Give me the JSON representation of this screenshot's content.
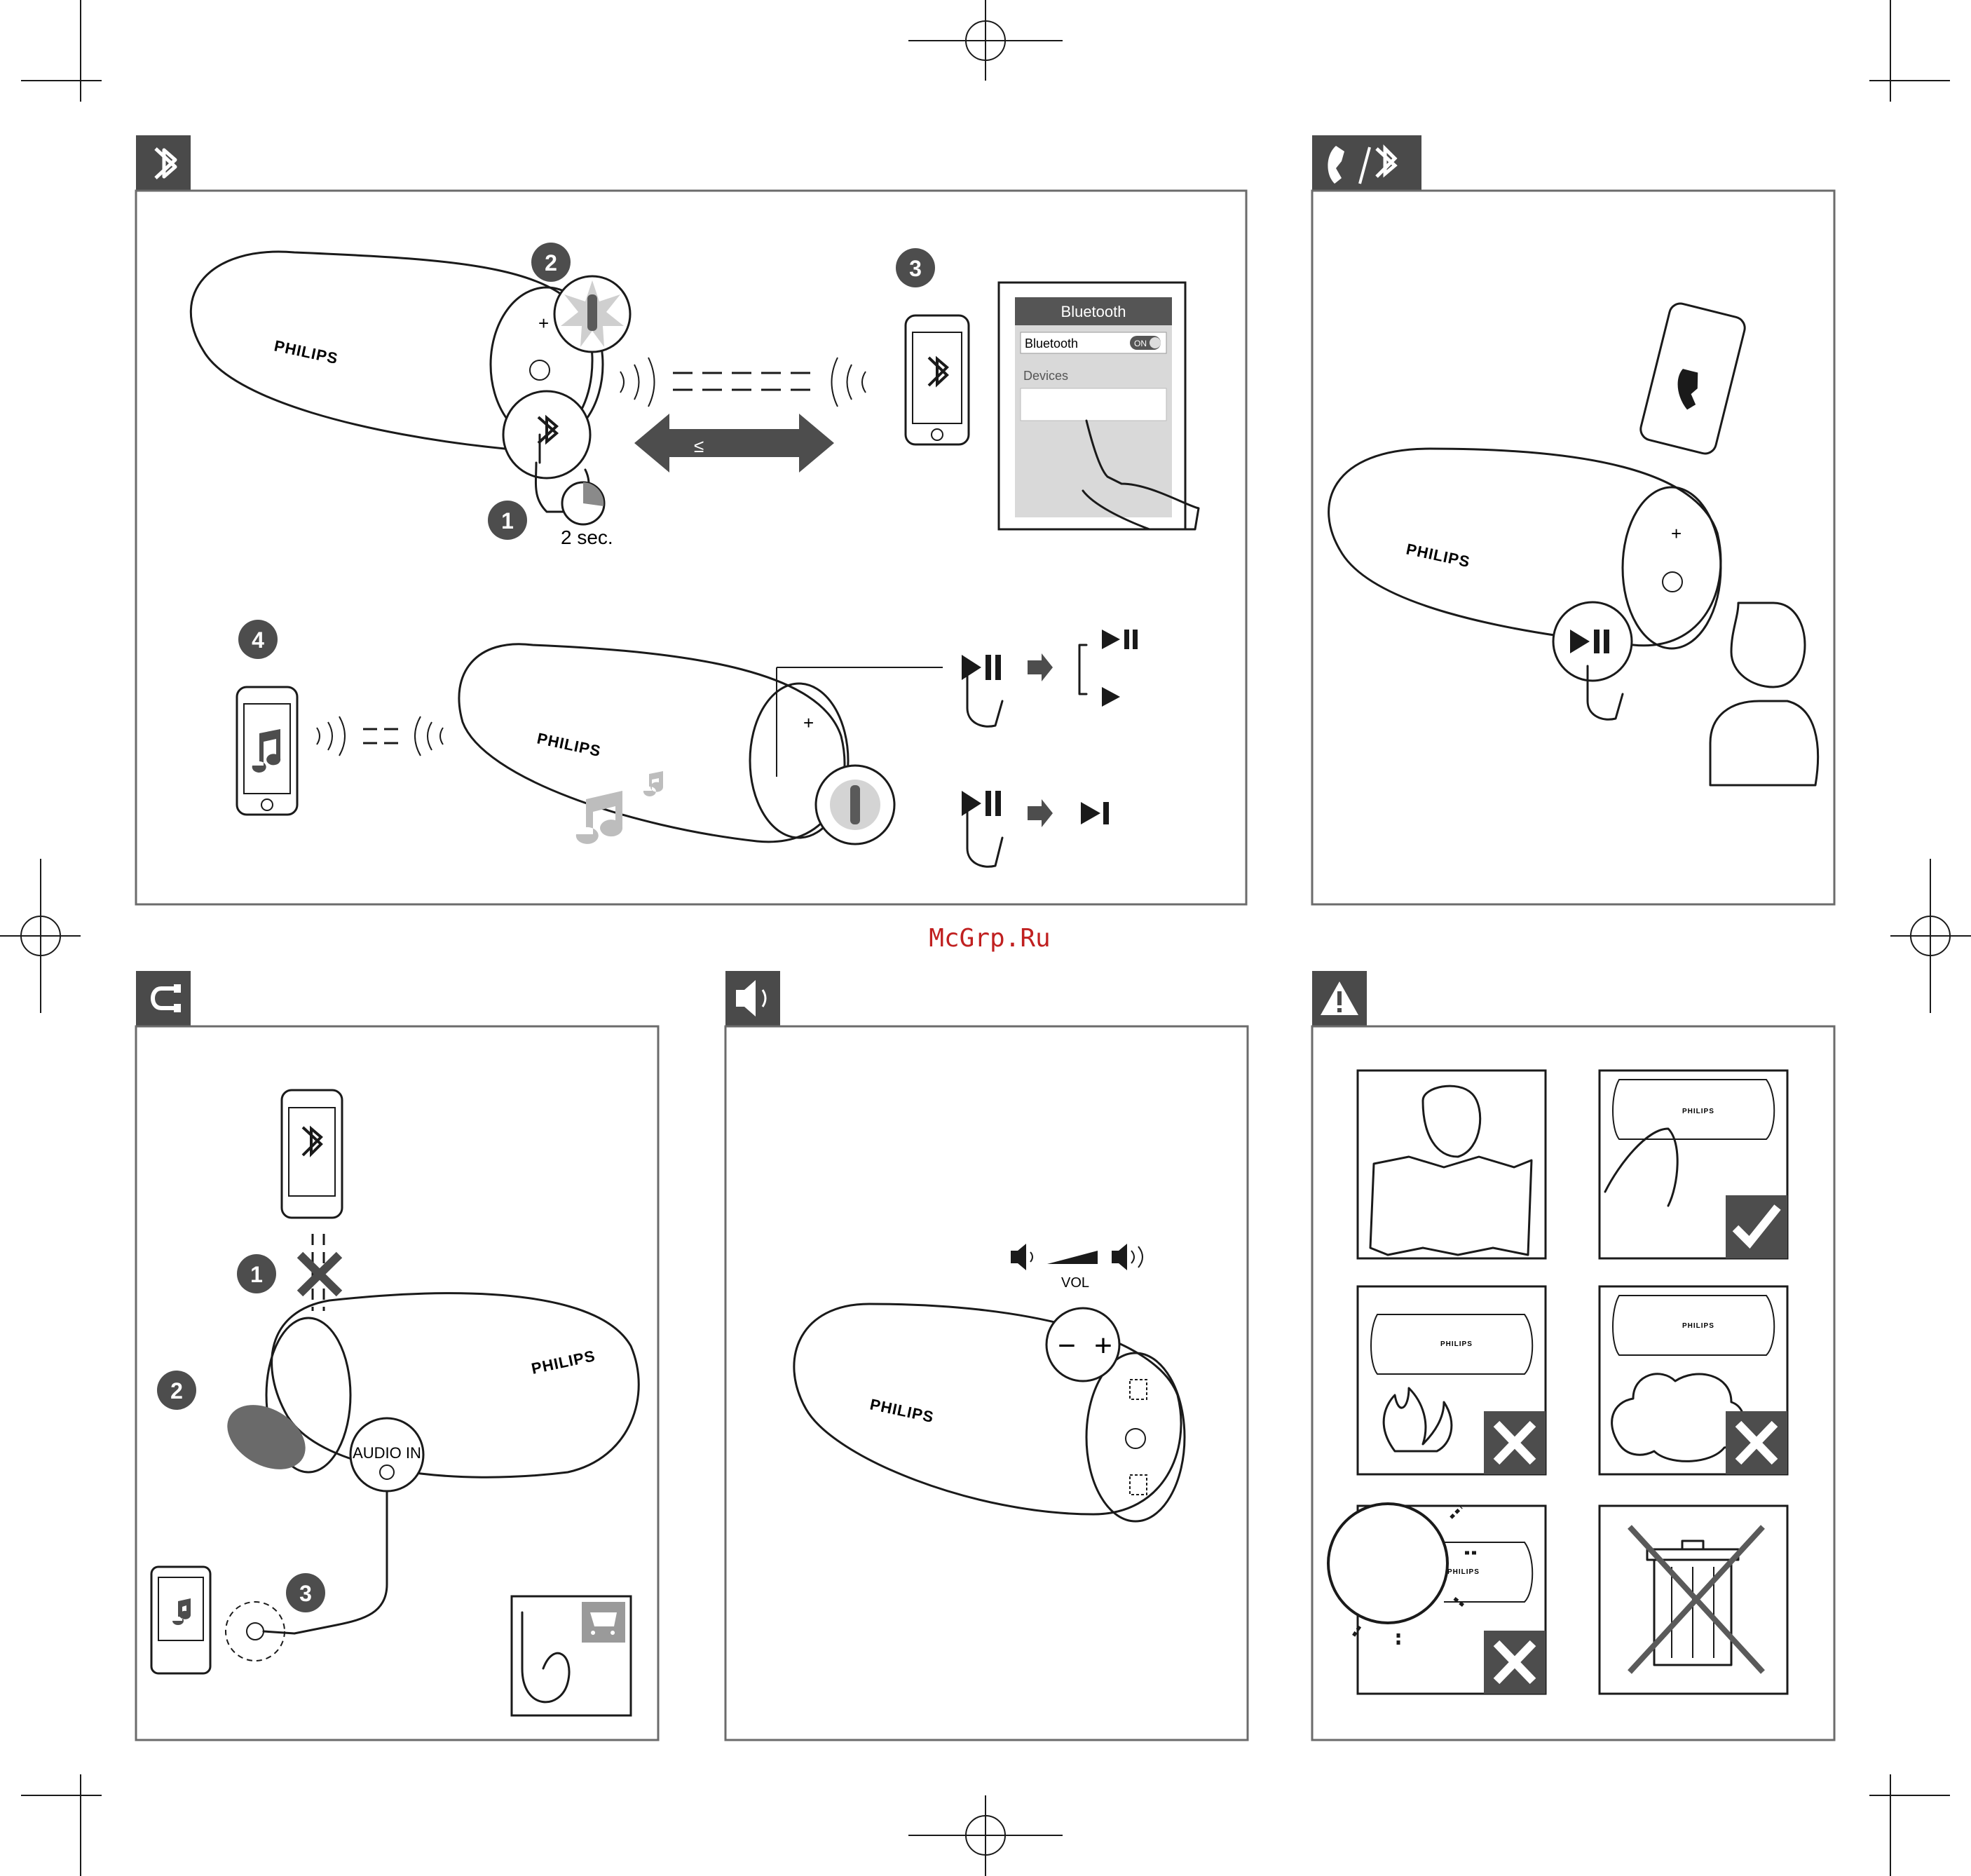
{
  "watermark": "McGrp.Ru",
  "brand": "PHILIPS",
  "panel_bluetooth": {
    "tab_icon": "bluetooth-icon",
    "steps": [
      "1",
      "2",
      "3",
      "4"
    ],
    "hold_time": "2 sec.",
    "distance": "≤",
    "phone_screen": {
      "header": "Bluetooth",
      "toggle_label": "Bluetooth",
      "toggle_state": "ON",
      "devices_label": "Devices"
    }
  },
  "panel_call": {
    "tab_icon": "phone-bluetooth-icon"
  },
  "panel_audio_in": {
    "tab_icon": "cable-icon",
    "steps": [
      "1",
      "2",
      "3"
    ],
    "jack_label": "AUDIO IN"
  },
  "panel_volume": {
    "tab_icon": "speaker-icon",
    "vol_label": "VOL",
    "minus": "−",
    "plus": "+"
  },
  "panel_safety": {
    "tab_icon": "warning-icon"
  }
}
